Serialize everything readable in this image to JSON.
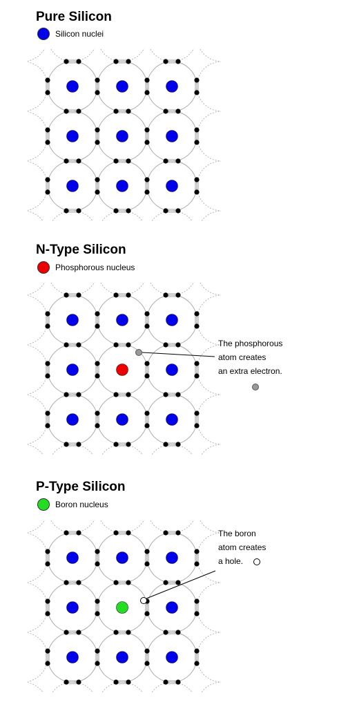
{
  "colors": {
    "silicon": "#0000ee",
    "phosphorus": "#ee0000",
    "boron": "#22dd22",
    "electron": "#000000",
    "extra_electron": "#999999",
    "hole": "#ffffff",
    "orbit": "#aaaaaa"
  },
  "pure": {
    "title": "Pure Silicon",
    "legend_label": "Silicon nuclei",
    "grid": [
      [
        "si",
        "si",
        "si"
      ],
      [
        "si",
        "si",
        "si"
      ],
      [
        "si",
        "si",
        "si"
      ]
    ]
  },
  "ntype": {
    "title": "N-Type Silicon",
    "legend_label": "Phosphorous nucleus",
    "grid": [
      [
        "si",
        "si",
        "si"
      ],
      [
        "si",
        "p",
        "si"
      ],
      [
        "si",
        "si",
        "si"
      ]
    ],
    "note_lines": [
      "The phosphorous",
      "atom creates",
      "an extra electron."
    ]
  },
  "ptype": {
    "title": "P-Type Silicon",
    "legend_label": "Boron nucleus",
    "grid": [
      [
        "si",
        "si",
        "si"
      ],
      [
        "si",
        "b",
        "si"
      ],
      [
        "si",
        "si",
        "si"
      ]
    ],
    "note_lines": [
      "The boron",
      "atom creates",
      "a hole."
    ]
  }
}
